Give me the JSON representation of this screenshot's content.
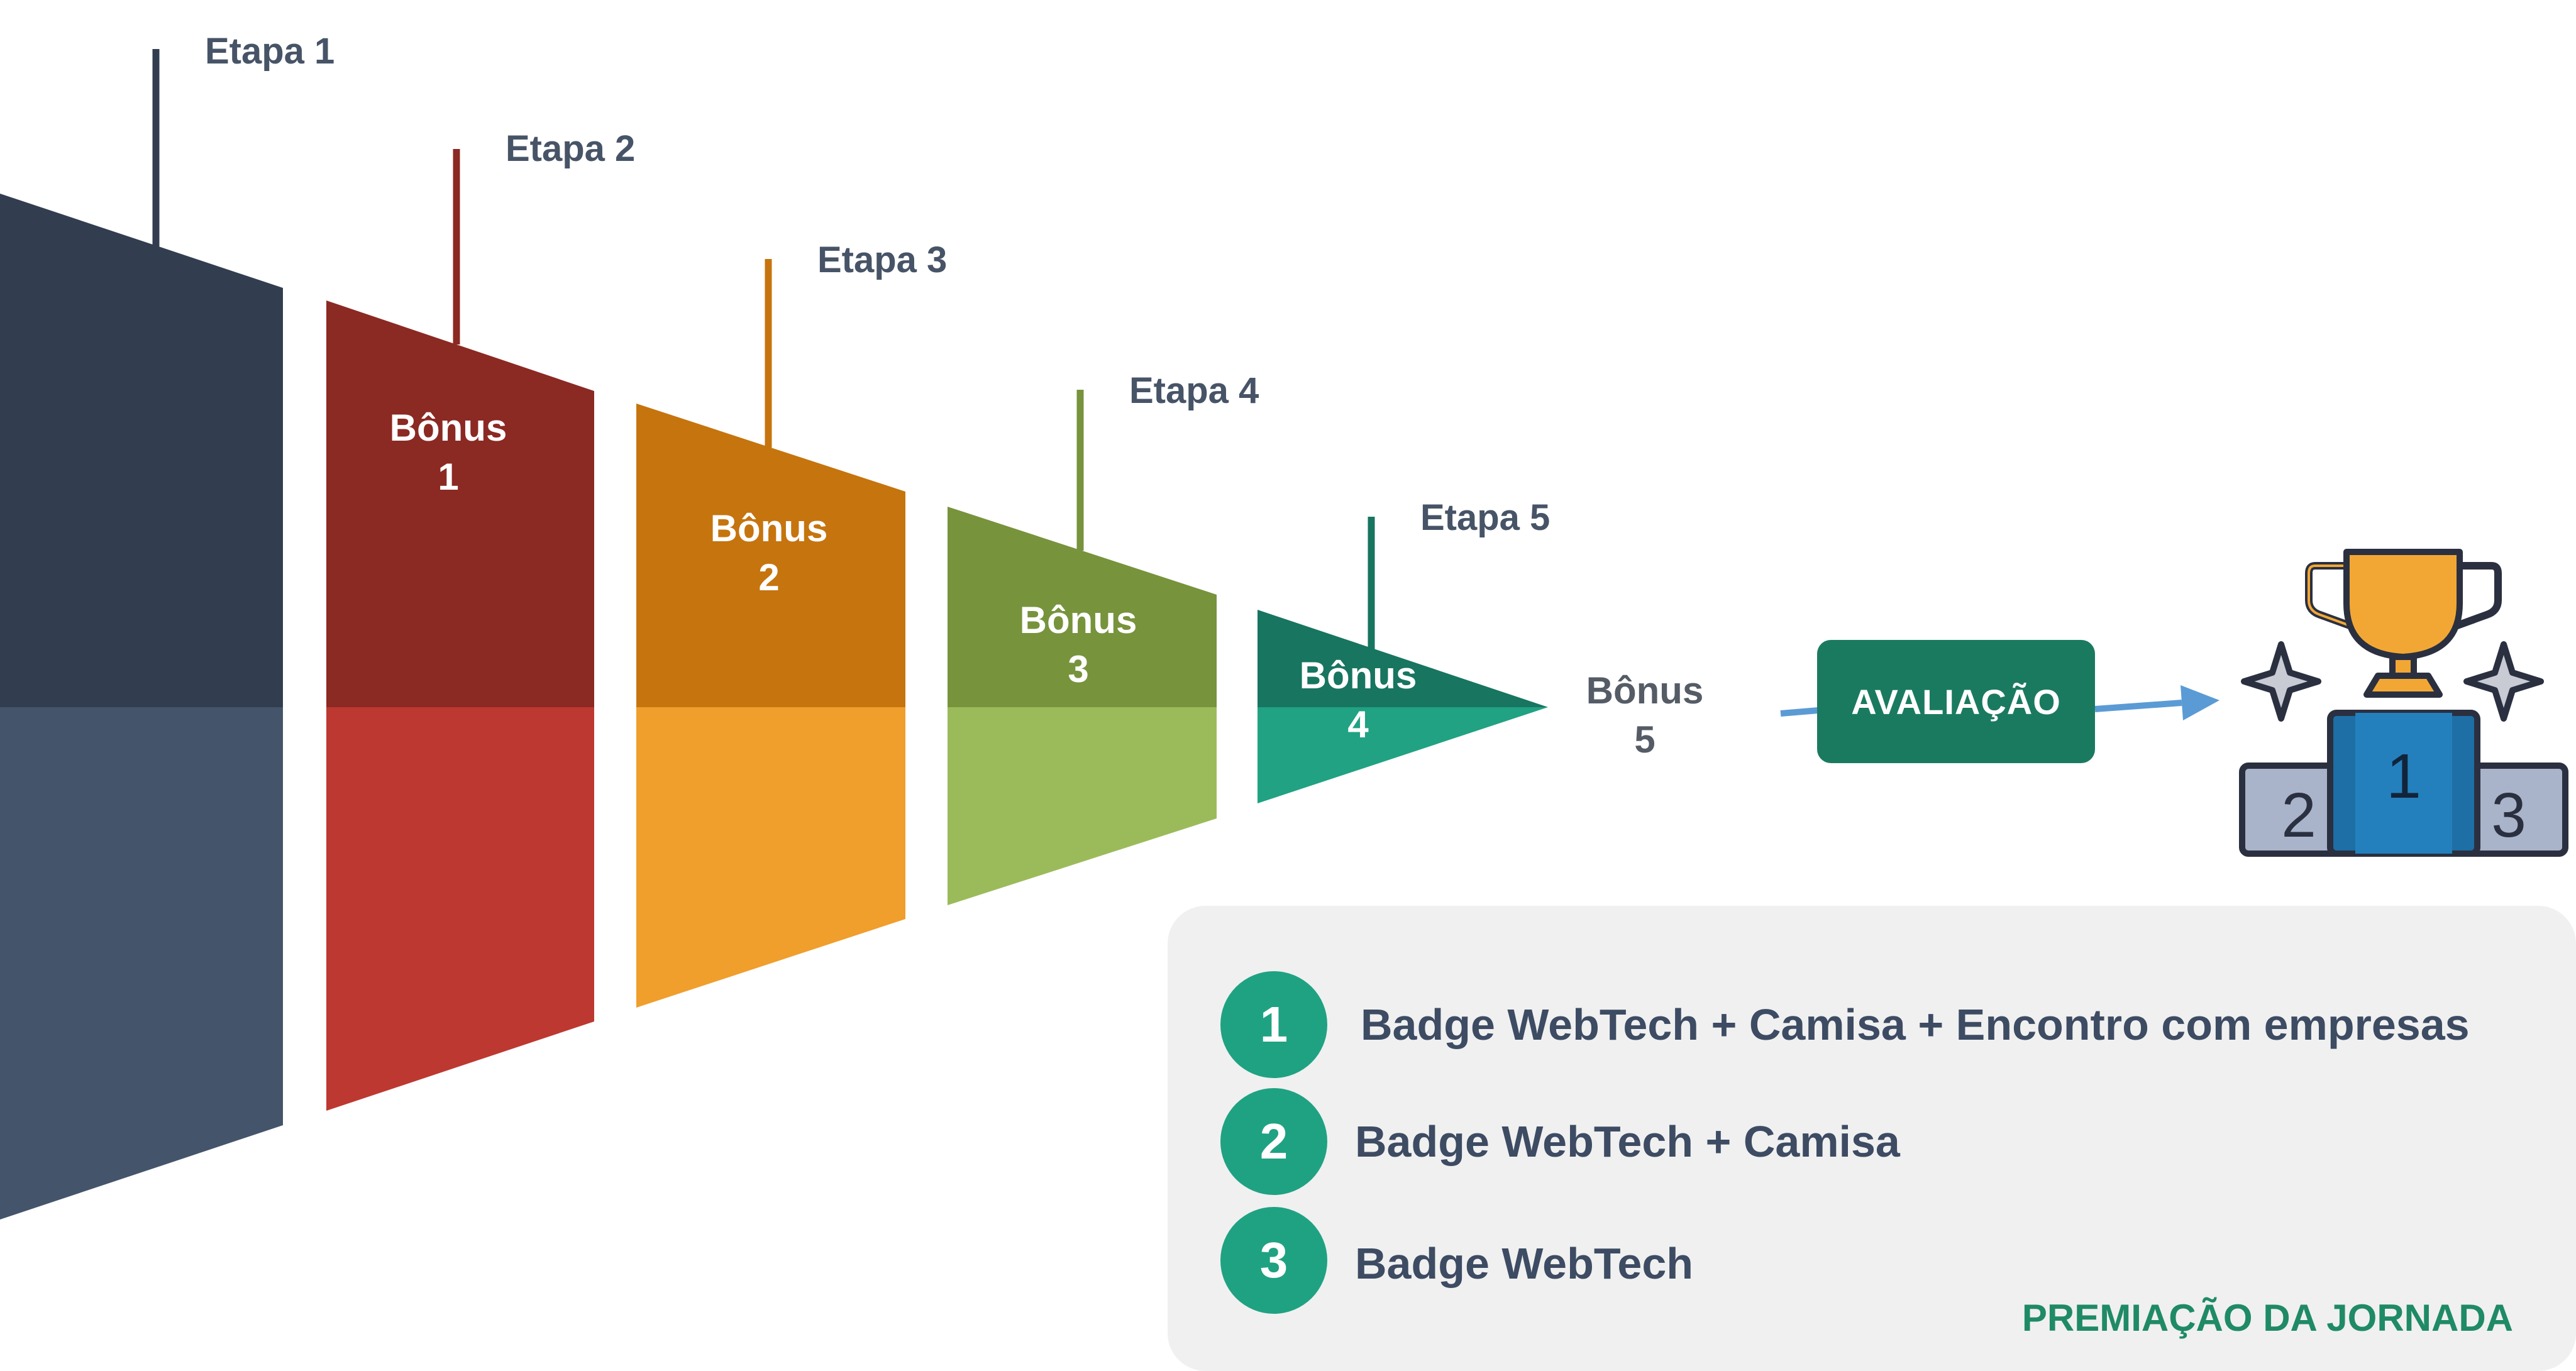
{
  "stages": [
    {
      "etapa": "Etapa 1",
      "bonus_word": "",
      "bonus_num": "",
      "color_top": "#323d4f",
      "color_bottom": "#44546a"
    },
    {
      "etapa": "Etapa 2",
      "bonus_word": "Bônus",
      "bonus_num": "1",
      "color_top": "#8b2923",
      "color_bottom": "#bd3830"
    },
    {
      "etapa": "Etapa 3",
      "bonus_word": "Bônus",
      "bonus_num": "2",
      "color_top": "#c6740e",
      "color_bottom": "#f09e2c"
    },
    {
      "etapa": "Etapa 4",
      "bonus_word": "Bônus",
      "bonus_num": "3",
      "color_top": "#77933c",
      "color_bottom": "#9bbb5b"
    },
    {
      "etapa": "Etapa 5",
      "bonus_word": "Bônus",
      "bonus_num": "4",
      "color_top": "#177560",
      "color_bottom": "#20a283"
    }
  ],
  "final_bonus": {
    "word": "Bônus",
    "num": "5"
  },
  "evaluation": {
    "label": "AVALIAÇÃO"
  },
  "podium": {
    "places": [
      "2",
      "1",
      "3"
    ]
  },
  "prizes": {
    "title": "PREMIAÇÃO DA JORNADA",
    "items": [
      {
        "rank": "1",
        "text": "Badge WebTech + Camisa + Encontro com empresas"
      },
      {
        "rank": "2",
        "text": "Badge WebTech + Camisa"
      },
      {
        "rank": "3",
        "text": "Badge WebTech"
      }
    ]
  },
  "colors": {
    "arrow": "#5b9bd5",
    "accent": "#1fa282",
    "eval_bg": "#1a7a60",
    "trophy": "#f2a735",
    "podium_blue": "#1d6fa5"
  }
}
